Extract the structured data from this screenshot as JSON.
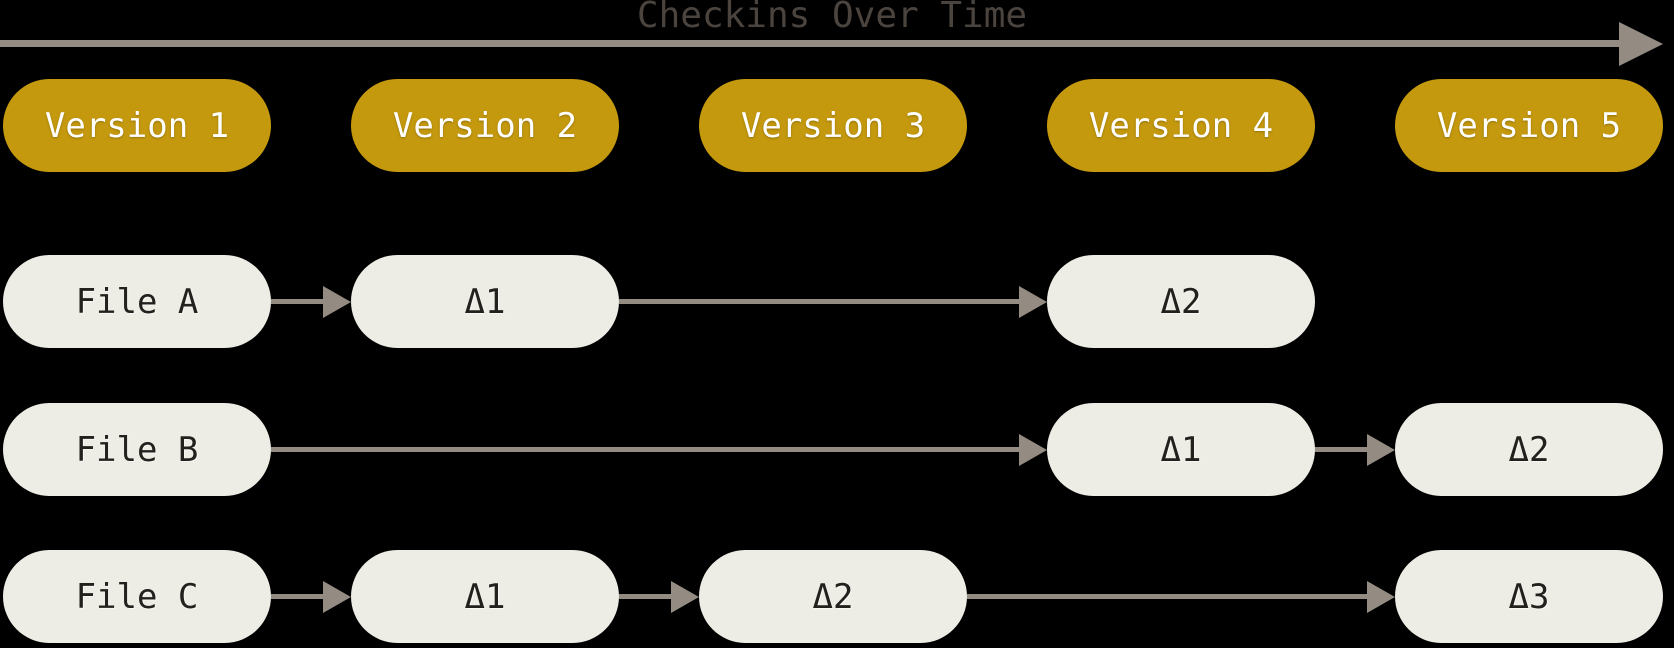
{
  "diagram": {
    "title": "Checkins Over Time"
  },
  "colors": {
    "background": "#000000",
    "version_pill": "#C5990E",
    "version_text": "#FFFFFF",
    "file_pill": "#EEEDE5",
    "file_text": "#23211D",
    "arrow": "#948B83",
    "title_text": "#4B443E"
  },
  "versions": [
    {
      "label": "Version 1",
      "col": 1
    },
    {
      "label": "Version 2",
      "col": 2
    },
    {
      "label": "Version 3",
      "col": 3
    },
    {
      "label": "Version 4",
      "col": 4
    },
    {
      "label": "Version 5",
      "col": 5
    }
  ],
  "files": [
    {
      "name": "File A",
      "deltas": [
        {
          "label": "Δ1",
          "col": 2
        },
        {
          "label": "Δ2",
          "col": 4
        }
      ]
    },
    {
      "name": "File B",
      "deltas": [
        {
          "label": "Δ1",
          "col": 4
        },
        {
          "label": "Δ2",
          "col": 5
        }
      ]
    },
    {
      "name": "File C",
      "deltas": [
        {
          "label": "Δ1",
          "col": 2
        },
        {
          "label": "Δ2",
          "col": 3
        },
        {
          "label": "Δ3",
          "col": 5
        }
      ]
    }
  ]
}
